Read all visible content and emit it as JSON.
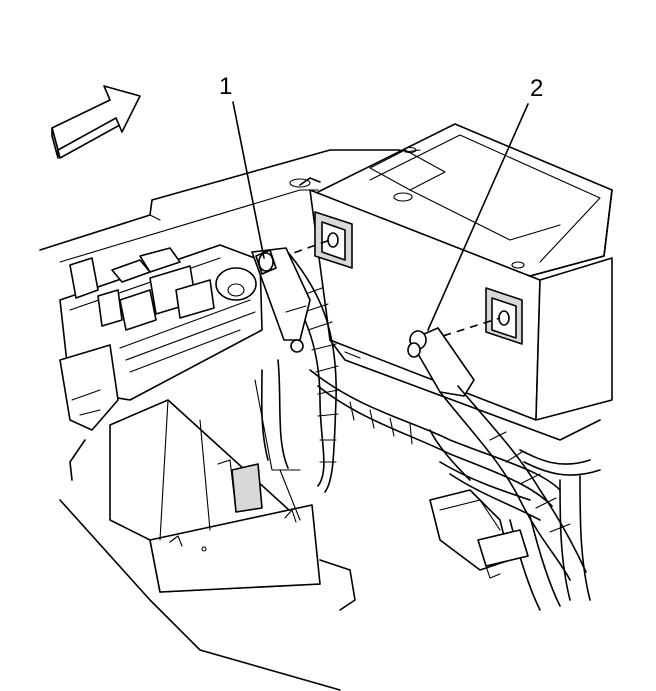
{
  "callouts": [
    {
      "id": "callout-1",
      "label": "1"
    },
    {
      "id": "callout-2",
      "label": "2"
    }
  ],
  "colors": {
    "ink": "#000000",
    "paper": "#ffffff",
    "shade": "#d8d8d8"
  },
  "icons": {
    "direction_arrow": "forward-arrow-icon"
  }
}
